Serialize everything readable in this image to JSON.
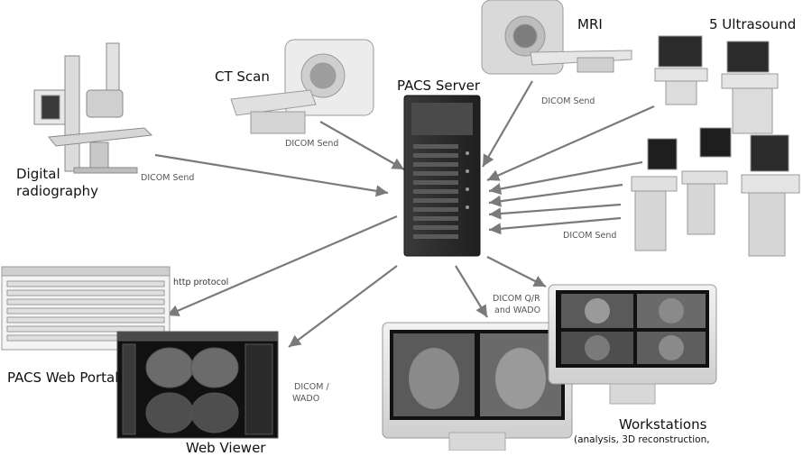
{
  "nodes": {
    "pacs_server": "PACS Server",
    "ct_scan": "CT Scan",
    "mri": "MRI",
    "ultrasound": "5 Ultrasound",
    "digital_radiography_line1": "Digital",
    "digital_radiography_line2": "radiography",
    "pacs_web_portal": "PACS Web Portal",
    "web_viewer": "Web Viewer",
    "workstations": "Workstations",
    "workstations_note": "(analysis, 3D reconstruction,"
  },
  "edge_labels": {
    "ct_send": "DICOM Send",
    "mri_send": "DICOM Send",
    "dr_send": "DICOM Send",
    "us_send": "DICOM Send",
    "http": "http protocol",
    "qr_wado_line1": "DICOM Q/R",
    "qr_wado_line2": "and WADO",
    "dicom_wado_line1": "DICOM /",
    "dicom_wado_line2": "WADO"
  },
  "colors": {
    "arrow": "#7a7a7a",
    "device_light": "#e6e6e6",
    "device_mid": "#bdbdbd",
    "device_dark": "#2e2e2e",
    "screen": "#111111"
  }
}
